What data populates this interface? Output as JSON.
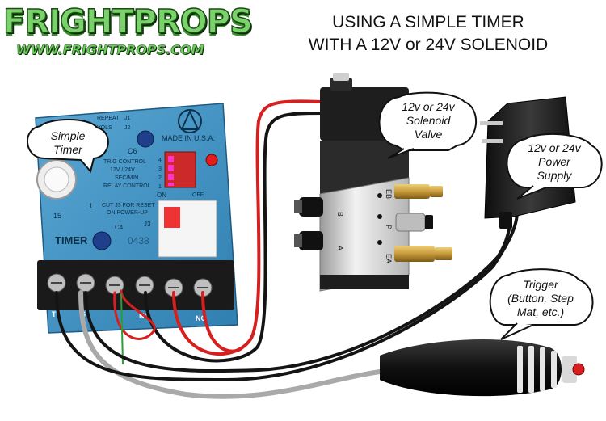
{
  "logo": {
    "brand": "FRIGHTPROPS",
    "url": "WWW.FRIGHTPROPS.COM"
  },
  "title": {
    "line1": "USING A SIMPLE TIMER",
    "line2": "WITH A 12V or 24V SOLENOID"
  },
  "callouts": {
    "timer": {
      "line1": "Simple",
      "line2": "Timer"
    },
    "valve": {
      "line1": "12v or 24v",
      "line2": "Solenoid",
      "line3": "Valve"
    },
    "power": {
      "line1": "12v or 24v",
      "line2": "Power",
      "line3": "Supply"
    },
    "trigger": {
      "line1": "Trigger",
      "line2": "(Button, Step",
      "line3": "Mat, etc.)"
    }
  },
  "board": {
    "repeat": "REPEAT",
    "j1": "J1",
    "j2": "J2",
    "j2b": "VOLS",
    "c6": "C6",
    "trig_control": "TRIG CONTROL",
    "voltage": "12V / 24V",
    "sec_min": "SEC/MIN",
    "relay_control": "RELAY CONTROL",
    "made_in": "MADE IN U.S.A.",
    "on": "ON",
    "off": "OFF",
    "dip_numbers": [
      "4",
      "3",
      "2",
      "1"
    ],
    "cut_j3_line1": "CUT J3 FOR RESET",
    "cut_j3_line2": "ON POWER-UP",
    "j3": "J3",
    "c4": "C4",
    "num_15": "15",
    "num_1": "1",
    "timer_label": "TIMER",
    "code": "0438",
    "terminal_labels": [
      "T",
      "S",
      "",
      "NO",
      "",
      "NC"
    ]
  },
  "valve_labels": {
    "b": "B",
    "a": "A",
    "eb": "EB",
    "p": "P",
    "ea": "EA"
  },
  "colors": {
    "board": "#3f8fbf",
    "board_dark": "#2c6f99",
    "wire_red": "#d61f1f",
    "wire_black": "#141414",
    "wire_gray": "#a9a9a9",
    "valve_body": "#2b2b2b",
    "valve_aluminum": "#d8d8d8",
    "brass": "#c79a3a",
    "power_supply": "#1c1c1c"
  }
}
